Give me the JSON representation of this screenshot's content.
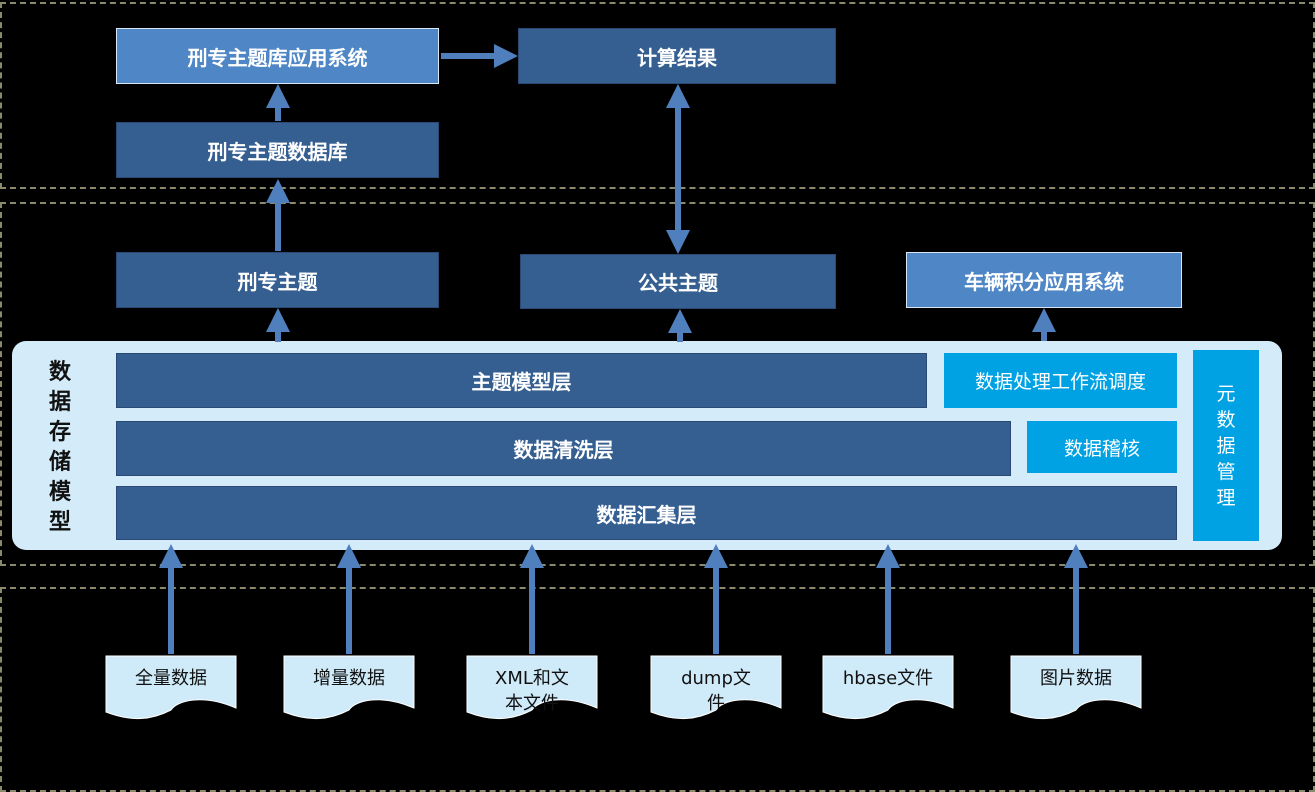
{
  "top_boxes": {
    "xingzhuan_app": "刑专主题库应用系统",
    "compute_result": "计算结果",
    "xingzhuan_db": "刑专主题数据库"
  },
  "theme_boxes": {
    "xingzhuan_theme": "刑专主题",
    "public_theme": "公共主题",
    "vehicle_app": "车辆积分应用系统"
  },
  "storage": {
    "label_chars": [
      "数",
      "据",
      "存",
      "储",
      "模",
      "型"
    ],
    "theme_model_layer": "主题模型层",
    "cleaning_layer": "数据清洗层",
    "collection_layer": "数据汇集层",
    "workflow_scheduling": "数据处理工作流调度",
    "data_audit": "数据稽核",
    "metadata_chars": [
      "元",
      "数",
      "据",
      "管",
      "理"
    ]
  },
  "sources": [
    {
      "lines": [
        "全量数据"
      ]
    },
    {
      "lines": [
        "增量数据"
      ]
    },
    {
      "lines": [
        "XML和文",
        "本文件"
      ]
    },
    {
      "lines": [
        "dump文",
        "件"
      ]
    },
    {
      "lines": [
        "hbase文件"
      ]
    },
    {
      "lines": [
        "图片数据"
      ]
    }
  ],
  "colors": {
    "dark_box": "#365f91",
    "light_box": "#4f86c6",
    "cyan_box": "#00a2e3",
    "panel": "#d4ecf9",
    "arrow": "#4f7fbd",
    "document": "#cfeaf9"
  }
}
